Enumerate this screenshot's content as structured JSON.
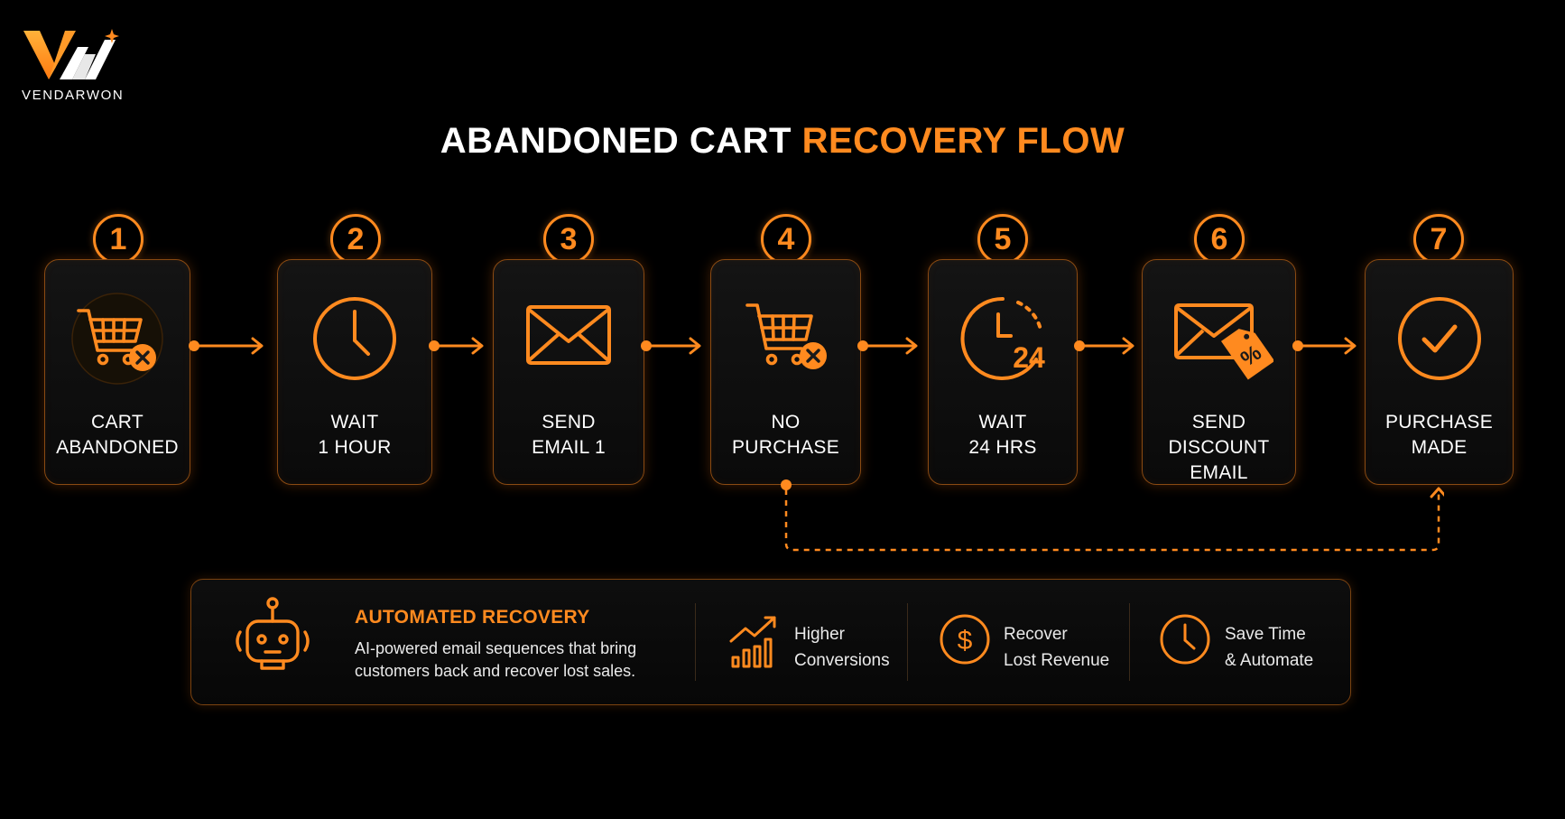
{
  "brand": {
    "name": "VENDARWON",
    "accent": "#ff8a1f",
    "background": "#000000"
  },
  "title": {
    "part1": "ABANDONED CART",
    "part2": "RECOVERY FLOW"
  },
  "steps": [
    {
      "number": "1",
      "line1": "CART",
      "line2": "ABANDONED",
      "icon": "cart-cancel-icon"
    },
    {
      "number": "2",
      "line1": "WAIT",
      "line2": "1 HOUR",
      "icon": "clock-icon"
    },
    {
      "number": "3",
      "line1": "SEND",
      "line2": "EMAIL 1",
      "icon": "envelope-icon"
    },
    {
      "number": "4",
      "line1": "NO",
      "line2": "PURCHASE",
      "icon": "cart-cancel-icon"
    },
    {
      "number": "5",
      "line1": "WAIT",
      "line2": "24 HRS",
      "icon": "clock-24-icon"
    },
    {
      "number": "6",
      "line1": "SEND",
      "line2": "DISCOUNT EMAIL",
      "icon": "discount-envelope-icon"
    },
    {
      "number": "7",
      "line1": "PURCHASE",
      "line2": "MADE",
      "icon": "check-circle-icon"
    }
  ],
  "clock24_text": "24",
  "discount_tag_text": "%",
  "feature": {
    "title": "AUTOMATED RECOVERY",
    "description": "AI-powered email sequences that bring customers back and recover lost sales.",
    "icon": "robot-icon"
  },
  "benefits": [
    {
      "line1": "Higher",
      "line2": "Conversions",
      "icon": "growth-chart-icon"
    },
    {
      "line1": "Recover",
      "line2": "Lost Revenue",
      "icon": "dollar-circle-icon"
    },
    {
      "line1": "Save Time",
      "line2": "& Automate",
      "icon": "clock-icon"
    }
  ]
}
